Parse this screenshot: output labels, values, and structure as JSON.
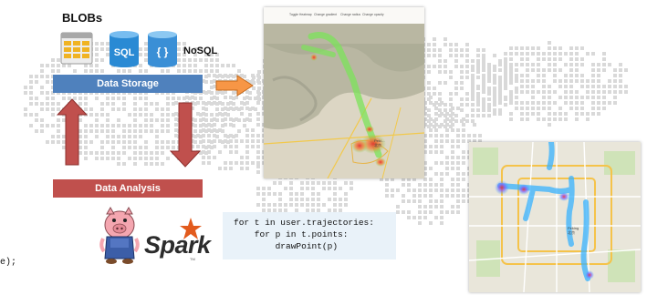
{
  "diagram": {
    "blobs_label": "BLOBs",
    "nosql_label": "NoSQL",
    "sql_icon_text": "SQL",
    "json_icon_text": "{ }",
    "storage_label": "Data Storage",
    "analysis_label": "Data Analysis",
    "code_lines": [
      "for t in user.trajectories:",
      "    for p in t.points:",
      "        drawPoint(p)"
    ],
    "spark_logo": "Spark",
    "spark_sub": "TM",
    "cut_text": "e);"
  },
  "map1": {
    "toolbar": [
      "Toggle Heatmap",
      "Change gradient",
      "Change radius",
      "Change opacity"
    ],
    "city_label": "Peki…",
    "city_label_cn": "北京"
  },
  "map2": {
    "city_label": "Peking",
    "city_label_cn": "北京"
  },
  "colors": {
    "storage_bar": "#4f81bd",
    "analysis_bar": "#c0504d",
    "arrow_red": "#c0504d",
    "arrow_orange": "#f79646",
    "code_bg": "#e9f2f9",
    "sql_icon": "#2a8ad4",
    "json_icon": "#3a8fd6",
    "heat_green": "#7ce35a",
    "heat_red": "#e8312f",
    "heat_blue": "#38b2ff"
  },
  "icons": [
    "blob-table-icon",
    "sql-database-icon",
    "json-database-icon",
    "hadoop-pig-icon",
    "spark-star-icon",
    "orange-right-arrow-icon",
    "red-up-arrow-icon",
    "red-down-arrow-icon"
  ]
}
